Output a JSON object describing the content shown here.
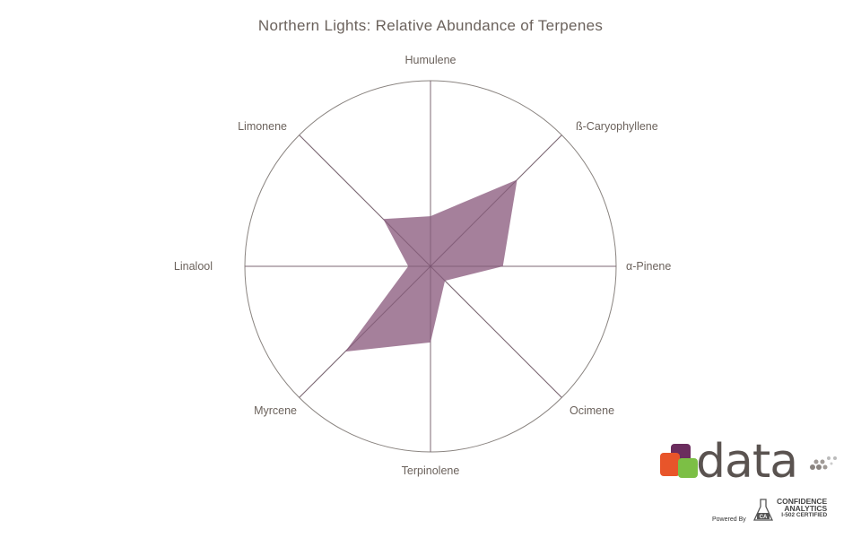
{
  "title": "Northern Lights: Relative Abundance of Terpenes",
  "chart_data": {
    "type": "radar",
    "title": "Northern Lights: Relative Abundance of Terpenes",
    "categories": [
      "Humulene",
      "ß-Caryophyllene",
      "α-Pinene",
      "Ocimene",
      "Terpinolene",
      "Myrcene",
      "Linalool",
      "Limonene"
    ],
    "series": [
      {
        "name": "Northern Lights",
        "values": [
          0.27,
          0.66,
          0.39,
          0.11,
          0.41,
          0.65,
          0.12,
          0.36
        ],
        "color": "#9b7290"
      }
    ],
    "range": [
      0,
      1
    ],
    "grid": "single outer circle with spokes",
    "legend": "none"
  },
  "labels": {
    "humulene": "Humulene",
    "caryophyllene": "ß-Caryophyllene",
    "pinene": "α-Pinene",
    "ocimene": "Ocimene",
    "terpinolene": "Terpinolene",
    "myrcene": "Myrcene",
    "linalool": "Linalool",
    "limonene": "Limonene"
  },
  "branding": {
    "logo_word": "data",
    "powered_by": "Powered By",
    "ca_line1": "CONFIDENCE",
    "ca_line2": "ANALYTICS",
    "ca_line3": "I-502 CERTIFIED",
    "ca_badge": "CA",
    "colors": {
      "purple": "#6b2d5e",
      "orange": "#e8552a",
      "green": "#7cbf45",
      "gray": "#5a5350"
    }
  }
}
